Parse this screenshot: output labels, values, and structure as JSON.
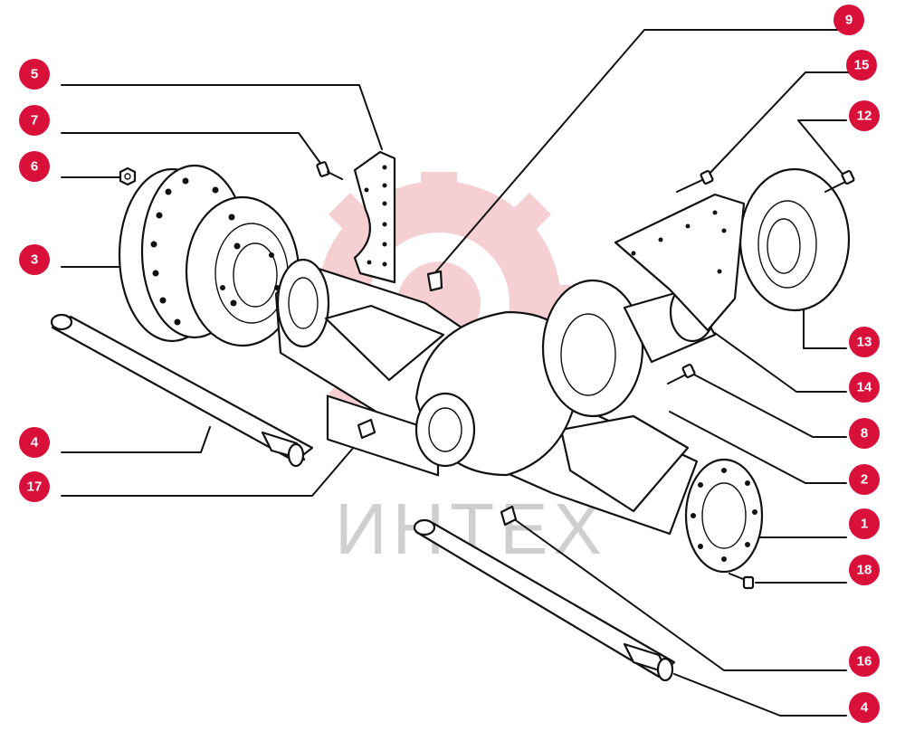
{
  "watermark": {
    "text": "ИНТЕХ",
    "color": "#f0a8ae",
    "text_color": "#cfcfcf"
  },
  "callout_color": "#d8103a",
  "callouts": [
    {
      "id": "c9",
      "label": "9"
    },
    {
      "id": "c5",
      "label": "5"
    },
    {
      "id": "c15",
      "label": "15"
    },
    {
      "id": "c12",
      "label": "12"
    },
    {
      "id": "c7",
      "label": "7"
    },
    {
      "id": "c6",
      "label": "6"
    },
    {
      "id": "c3",
      "label": "3"
    },
    {
      "id": "c13",
      "label": "13"
    },
    {
      "id": "c14",
      "label": "14"
    },
    {
      "id": "c8",
      "label": "8"
    },
    {
      "id": "c4a",
      "label": "4"
    },
    {
      "id": "c2",
      "label": "2"
    },
    {
      "id": "c17",
      "label": "17"
    },
    {
      "id": "c1",
      "label": "1"
    },
    {
      "id": "c18",
      "label": "18"
    },
    {
      "id": "c16",
      "label": "16"
    },
    {
      "id": "c4b",
      "label": "4"
    }
  ]
}
